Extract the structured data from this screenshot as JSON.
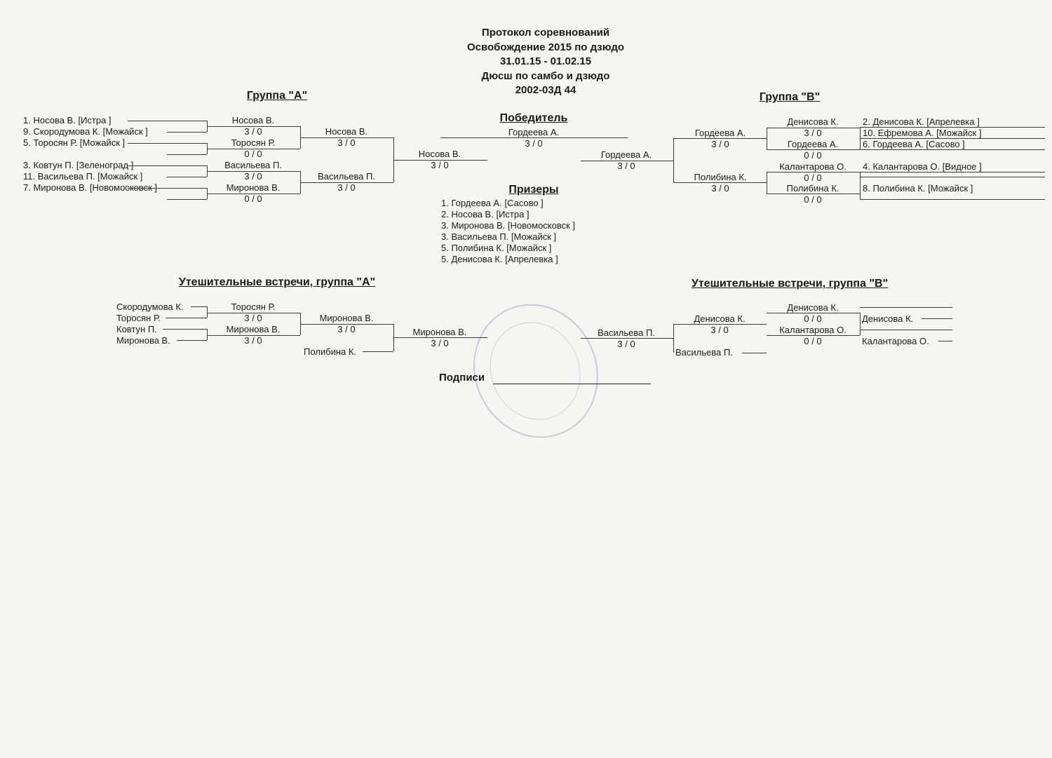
{
  "title": [
    "Протокол соревнований",
    "Освобождение 2015 по дзюдо",
    "31.01.15 - 01.02.15",
    "Дюсш по самбо и дзюдо",
    "2002-03Д 44"
  ],
  "group_a": {
    "heading": "Группа  \"А\"",
    "entrants": [
      "1. Носова В.  [Истра   ]",
      "9. Скородумова К.  [Можайск   ]",
      "5. Торосян Р.  [Можайск   ]",
      "3. Ковтун П.  [Зеленоград   ]",
      "11. Васильева П.  [Можайск   ]",
      "7. Миронова В.  [Новомосковск   ]"
    ],
    "r1": [
      {
        "name": "Носова В.",
        "score": "3  /  0"
      },
      {
        "name": "Торосян Р.",
        "score": "0  /  0"
      },
      {
        "name": "Васильева П.",
        "score": "3  /  0"
      },
      {
        "name": "Миронова В.",
        "score": "0  /  0"
      }
    ],
    "r2": [
      {
        "name": "Носова В.",
        "score": "3  /  0"
      },
      {
        "name": "Васильева П.",
        "score": "3  /  0"
      }
    ],
    "final": {
      "name": "Носова В.",
      "score": "3  /  0"
    }
  },
  "group_b": {
    "heading": "Группа  \"В\"",
    "entrants": [
      "2. Денисова К.  [Апрелевка   ]",
      "10. Ефремова А.  [Можайск   ]",
      "6. Гордеева А.  [Сасово   ]",
      "4. Калантарова О.  [Видное   ]",
      "8. Полибина К.  [Можайск   ]"
    ],
    "r1": [
      {
        "name": "Денисова К.",
        "score": "3  /  0"
      },
      {
        "name": "Гордеева А.",
        "score": "0  /  0"
      },
      {
        "name": "Калантарова О.",
        "score": "0  /  0"
      },
      {
        "name": "Полибина К.",
        "score": "0  /  0"
      }
    ],
    "r2": [
      {
        "name": "Гордеева А.",
        "score": "3  /  0"
      },
      {
        "name": "Полибина К.",
        "score": "3  /  0"
      }
    ],
    "final": {
      "name": "Гордеева А.",
      "score": "3  /  0"
    }
  },
  "winner": {
    "heading": "Победитель",
    "name": "Гордеева А.",
    "score": "3  /  0"
  },
  "medalists": {
    "heading": "Призеры",
    "items": [
      "1. Гордеева А.    [Сасово   ]",
      "2. Носова В.    [Истра   ]",
      "3. Миронова В.    [Новомосковск   ]",
      "3. Васильева П.    [Можайск   ]",
      "5. Полибина К.    [Можайск   ]",
      "5. Денисова К.    [Апрелевка   ]"
    ]
  },
  "consolation_a": {
    "heading": "Утешительные встречи, группа \"А\"",
    "entrants": [
      "Скородумова К.",
      "Торосян Р.",
      "Ковтун П.",
      "Миронова В."
    ],
    "r1": [
      {
        "name": "Торосян Р.",
        "score": "3  /  0"
      },
      {
        "name": "Миронова В.",
        "score": "3  /  0"
      }
    ],
    "r2": {
      "name": "Миронова В.",
      "score": "3  /  0"
    },
    "bye": "Полибина К.",
    "final": {
      "name": "Миронова В.",
      "score": "3  /  0"
    }
  },
  "consolation_b": {
    "heading": "Утешительные встречи, группа \"В\"",
    "entrants": [
      "Денисова К.",
      "Калантарова О."
    ],
    "r1": [
      {
        "name": "Денисова К.",
        "score": "0  /  0"
      },
      {
        "name": "Калантарова О.",
        "score": "0  /  0"
      }
    ],
    "r2": {
      "name": "Денисова К.",
      "score": "3  /  0"
    },
    "bye": "Васильева П.",
    "final": {
      "name": "Васильева П.",
      "score": "3  /  0"
    }
  },
  "signatures": "Подписи"
}
